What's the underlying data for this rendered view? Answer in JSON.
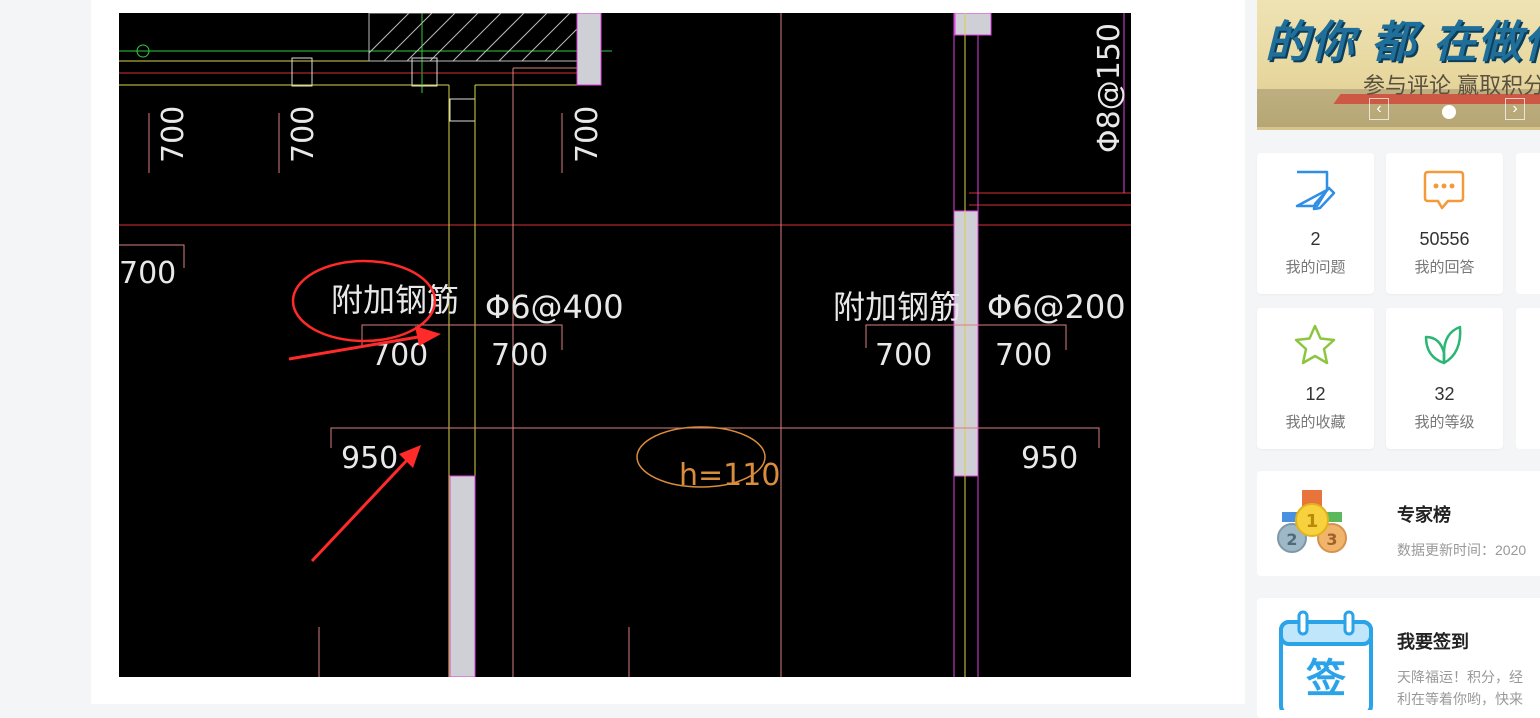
{
  "cad": {
    "labels": {
      "add_rebar_left": "附加钢筋",
      "add_rebar_right": "附加钢筋",
      "rebar_spec_left": "Φ6@400",
      "rebar_spec_right": "Φ6@200",
      "top_right_spec": "Φ8@150",
      "dim_700": "700",
      "dim_950": "950",
      "slab_thickness": "h=110"
    },
    "colors": {
      "background": "#000000",
      "annotation": "#ff2a2a",
      "slab_ellipse": "#d98c3c"
    }
  },
  "banner": {
    "title": "的你 都 在做什",
    "subtitle": "参与评论 赢取积分"
  },
  "stats": [
    {
      "icon": "edit-note-icon",
      "count": "2",
      "label": "我的问题",
      "color": "#2f8ee8"
    },
    {
      "icon": "chat-bubble-icon",
      "count": "50556",
      "label": "我的回答",
      "color": "#f59a3b"
    },
    {
      "icon": "star-icon",
      "count": "12",
      "label": "我的收藏",
      "color": "#8cc63f"
    },
    {
      "icon": "leaf-icon",
      "count": "32",
      "label": "我的等级",
      "color": "#2bb673"
    }
  ],
  "expert": {
    "title": "专家榜",
    "desc": "数据更新时间：2020"
  },
  "signin": {
    "title": "我要签到",
    "icon_text": "签",
    "desc_line1": "天降福运！积分，经",
    "desc_line2": "利在等着你哟，快来"
  }
}
